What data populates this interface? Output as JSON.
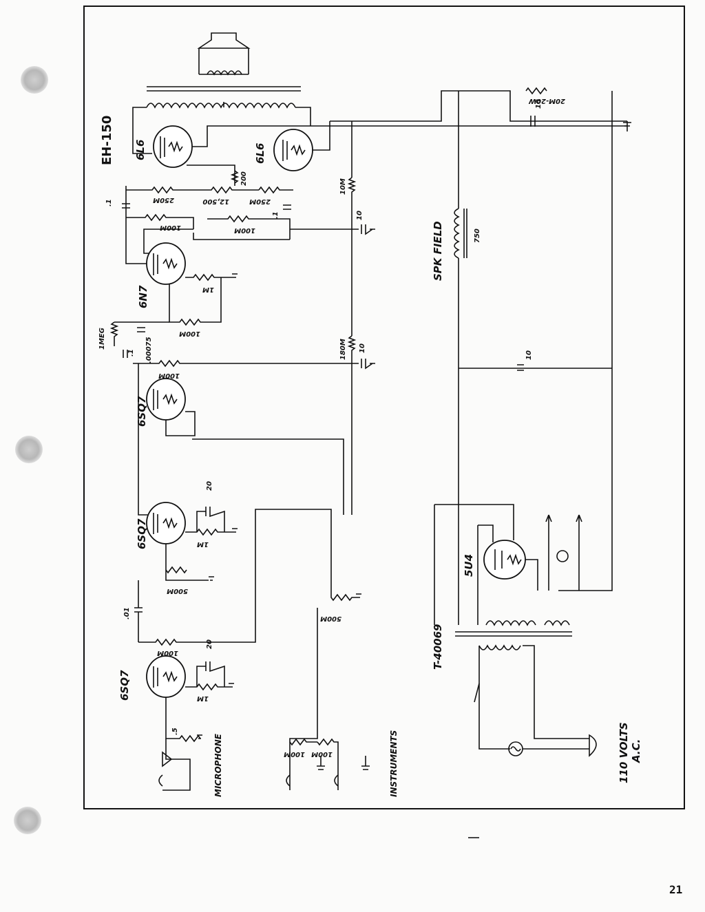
{
  "page_number": "21",
  "model": "EH-150",
  "tubes": {
    "output_1": "6L6",
    "output_2": "6L6",
    "phase_inverter": "6N7",
    "preamp_upper": "6SQ7",
    "preamp_middle": "6SQ7",
    "preamp_input": "6SQ7",
    "rectifier": "5U4"
  },
  "components": {
    "r_250m_a": "250M",
    "r_12500": "12,500",
    "r_250m_b": "250M",
    "r_100m_a": "100M",
    "r_100m_b": "100M",
    "r_200": "200",
    "r_10m": "10M",
    "c_10_a": "10",
    "c_1_a": ".1",
    "c_1_b": ".1",
    "r_1m_a": "1M",
    "r_100m_c": "100M",
    "r_1meg": "1MEG",
    "c_00075": ".00075",
    "c_1_c": ".1",
    "r_100m_d": "100M",
    "r_180m": "180M",
    "c_10_b": "10",
    "c_20_a": "20",
    "r_1m_b": "1M",
    "r_500m_a": "500M",
    "c_01": ".01",
    "r_100m_e": "100M",
    "c_20_b": "20",
    "r_1m_c": "1M",
    "r_5_mic": ".5",
    "r_500m_b": "500M",
    "r_100m_f": "100M",
    "r_100m_g": "100M",
    "r_20m_20w": "20M-20W",
    "c_10_c": "10",
    "field_ohms": "750",
    "c_10_d": "10",
    "transformer": "T-40069"
  },
  "labels": {
    "speaker_field": "SPK FIELD",
    "microphone": "MICROPHONE",
    "instruments": "INSTRUMENTS",
    "mains_1": "110 VOLTS",
    "mains_2": "A.C."
  }
}
